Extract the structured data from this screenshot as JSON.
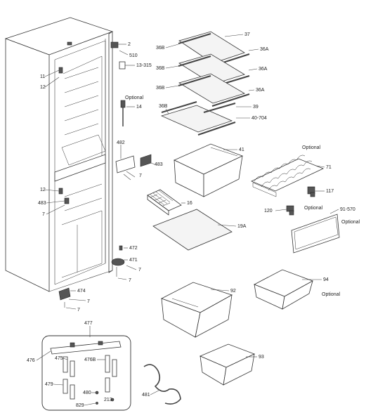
{
  "labels": {
    "l2": "2",
    "l510": "510",
    "l13_315": "13-315",
    "l11": "11",
    "l12a": "12",
    "l12b": "12",
    "optional_14": "Optional",
    "l14": "14",
    "l482": "482",
    "l483a": "483",
    "l7a": "7",
    "l483b": "483",
    "l7b": "7",
    "l472": "472",
    "l471": "471",
    "l7c": "7",
    "l7d": "7",
    "l474": "474",
    "l7e": "7",
    "l7f": "7",
    "l36b_1": "36B",
    "l37": "37",
    "l36a_1": "36A",
    "l36b_2": "36B",
    "l36a_2": "36A",
    "l36b_3": "36B",
    "l36a_3": "36A",
    "l36b_4": "36B",
    "l39": "39",
    "l40_704": "40-704",
    "l41": "41",
    "optional_71": "Optional",
    "l71": "71",
    "l117": "117",
    "l16": "16",
    "l120": "120",
    "optional_120": "Optional",
    "l91_570": "91-570",
    "optional_91": "Optional",
    "l19a": "19A",
    "l92": "92",
    "l94": "94",
    "optional_94": "Optional",
    "l93": "93",
    "l477": "477",
    "l476": "476",
    "l475": "475",
    "l476b": "476B",
    "l479": "479",
    "l480": "480",
    "l829": "829",
    "l213": "213",
    "l481": "481"
  }
}
